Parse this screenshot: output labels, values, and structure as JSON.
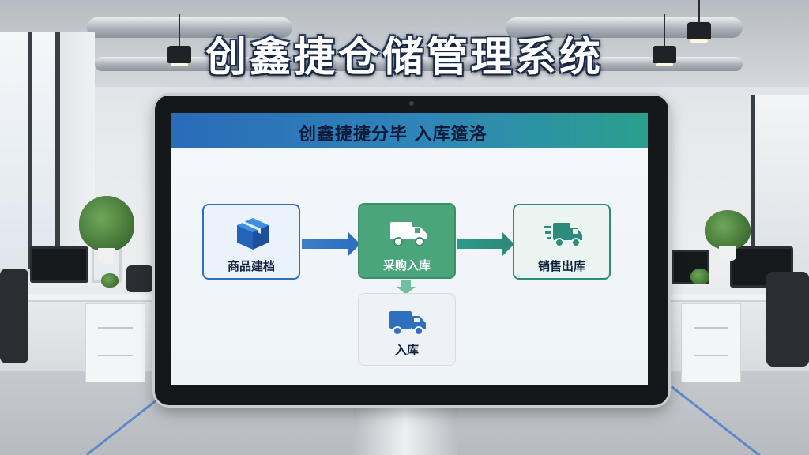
{
  "headline": "创鑫捷仓储管理系统",
  "screen": {
    "title": "创鑫捷捷分毕 入库簉洛"
  },
  "flow": {
    "steps": [
      {
        "label": "商品建档",
        "icon": "package-icon"
      },
      {
        "label": "采购入库",
        "icon": "truck-icon"
      },
      {
        "label": "销售出库",
        "icon": "fast-truck-icon"
      },
      {
        "label": "入库",
        "icon": "truck-icon"
      }
    ]
  },
  "colors": {
    "header_start": "#2a6bb8",
    "header_end": "#2aa08c",
    "primary_blue": "#2f6fbf",
    "primary_green": "#4ba57a",
    "teal": "#2e8a7a"
  }
}
